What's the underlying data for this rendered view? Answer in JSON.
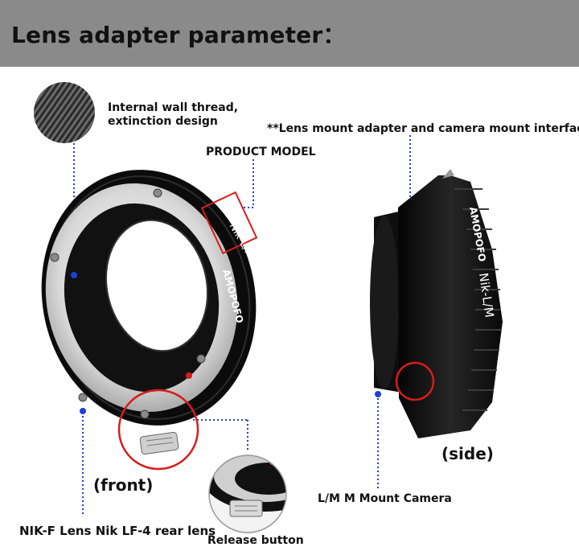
{
  "banner": {
    "title": "Lens adapter parameter："
  },
  "labels": {
    "thread": "Internal wall thread,",
    "thread_line2": "extinction design",
    "interface": "**Lens mount adapter and camera mount interface**",
    "product_model": "PRODUCT MODEL",
    "front": "(front)",
    "side": "(side)",
    "lens": "NIK-F Lens Nik LF-4 rear lens",
    "release": "Release button",
    "camera": "L/M M Mount Camera"
  },
  "engraving": {
    "brand": "AMOPOFO",
    "model": "Nik-L/M"
  },
  "colors": {
    "banner": "#8a8a8a",
    "accent_red": "#d81c1c",
    "dot_blue": "#1f3fd6"
  }
}
